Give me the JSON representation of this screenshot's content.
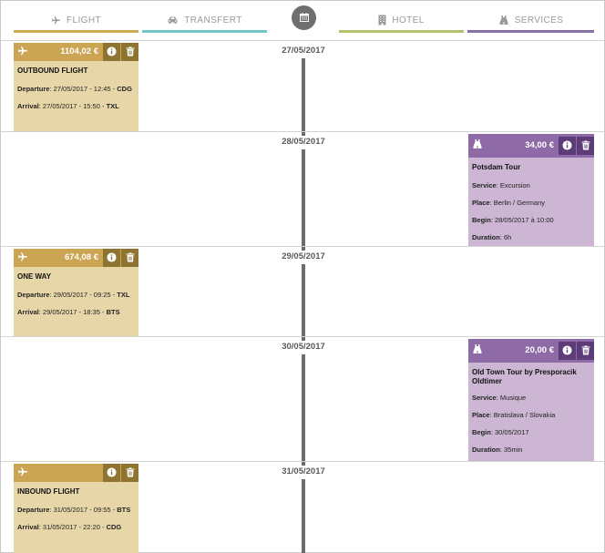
{
  "tabs": {
    "flight": "FLIGHT",
    "transfert": "TRANSFERT",
    "hotel": "HOTEL",
    "services": "SERVICES"
  },
  "icons": {
    "calendar": "calendar-icon",
    "plane": "plane-icon",
    "car": "car-icon",
    "building": "building-icon",
    "binoculars": "binoculars-icon",
    "info": "info-icon",
    "trash": "trash-icon"
  },
  "colors": {
    "flight": "#cba553",
    "transfert": "#72c7c5",
    "hotel": "#b1c26a",
    "services": "#8e6aa7"
  },
  "days": [
    {
      "date": "27/05/2017",
      "card": {
        "kind": "flight",
        "price": "1104,02 €",
        "title": "OUTBOUND FLIGHT",
        "departure_label": "Departure",
        "departure_value": ": 27/05/2017 - 12:45 -",
        "departure_code": "CDG",
        "arrival_label": "Arrival",
        "arrival_value": ": 27/05/2017 - 15:50 -",
        "arrival_code": "TXL"
      }
    },
    {
      "date": "28/05/2017",
      "card": {
        "kind": "service",
        "price": "34,00 €",
        "title": "Potsdam Tour",
        "service_label": "Service",
        "service_value": ": Excursion",
        "place_label": "Place",
        "place_value": ": Berlin / Germany",
        "begin_label": "Begin",
        "begin_value": ": 28/05/2017 à 10:00",
        "duration_label": "Duration",
        "duration_value": ": 6h"
      }
    },
    {
      "date": "29/05/2017",
      "card": {
        "kind": "flight",
        "price": "674,08 €",
        "title": "ONE WAY",
        "departure_label": "Departure",
        "departure_value": ": 29/05/2017 - 09:25 -",
        "departure_code": "TXL",
        "arrival_label": "Arrival",
        "arrival_value": ": 29/05/2017 - 18:35 -",
        "arrival_code": "BTS"
      }
    },
    {
      "date": "30/05/2017",
      "card": {
        "kind": "service",
        "price": "20,00 €",
        "title": "Old Town Tour by Presporacik Oldtimer",
        "service_label": "Service",
        "service_value": ": Musique",
        "place_label": "Place",
        "place_value": ": Bratislava / Slovakia",
        "begin_label": "Begin",
        "begin_value": ": 30/05/2017",
        "duration_label": "Duration",
        "duration_value": ": 35min"
      }
    },
    {
      "date": "31/05/2017",
      "card": {
        "kind": "flight",
        "price": "",
        "title": "INBOUND FLIGHT",
        "departure_label": "Departure",
        "departure_value": ": 31/05/2017 - 09:55 -",
        "departure_code": "BTS",
        "arrival_label": "Arrival",
        "arrival_value": ": 31/05/2017 - 22:20 -",
        "arrival_code": "CDG"
      }
    }
  ]
}
